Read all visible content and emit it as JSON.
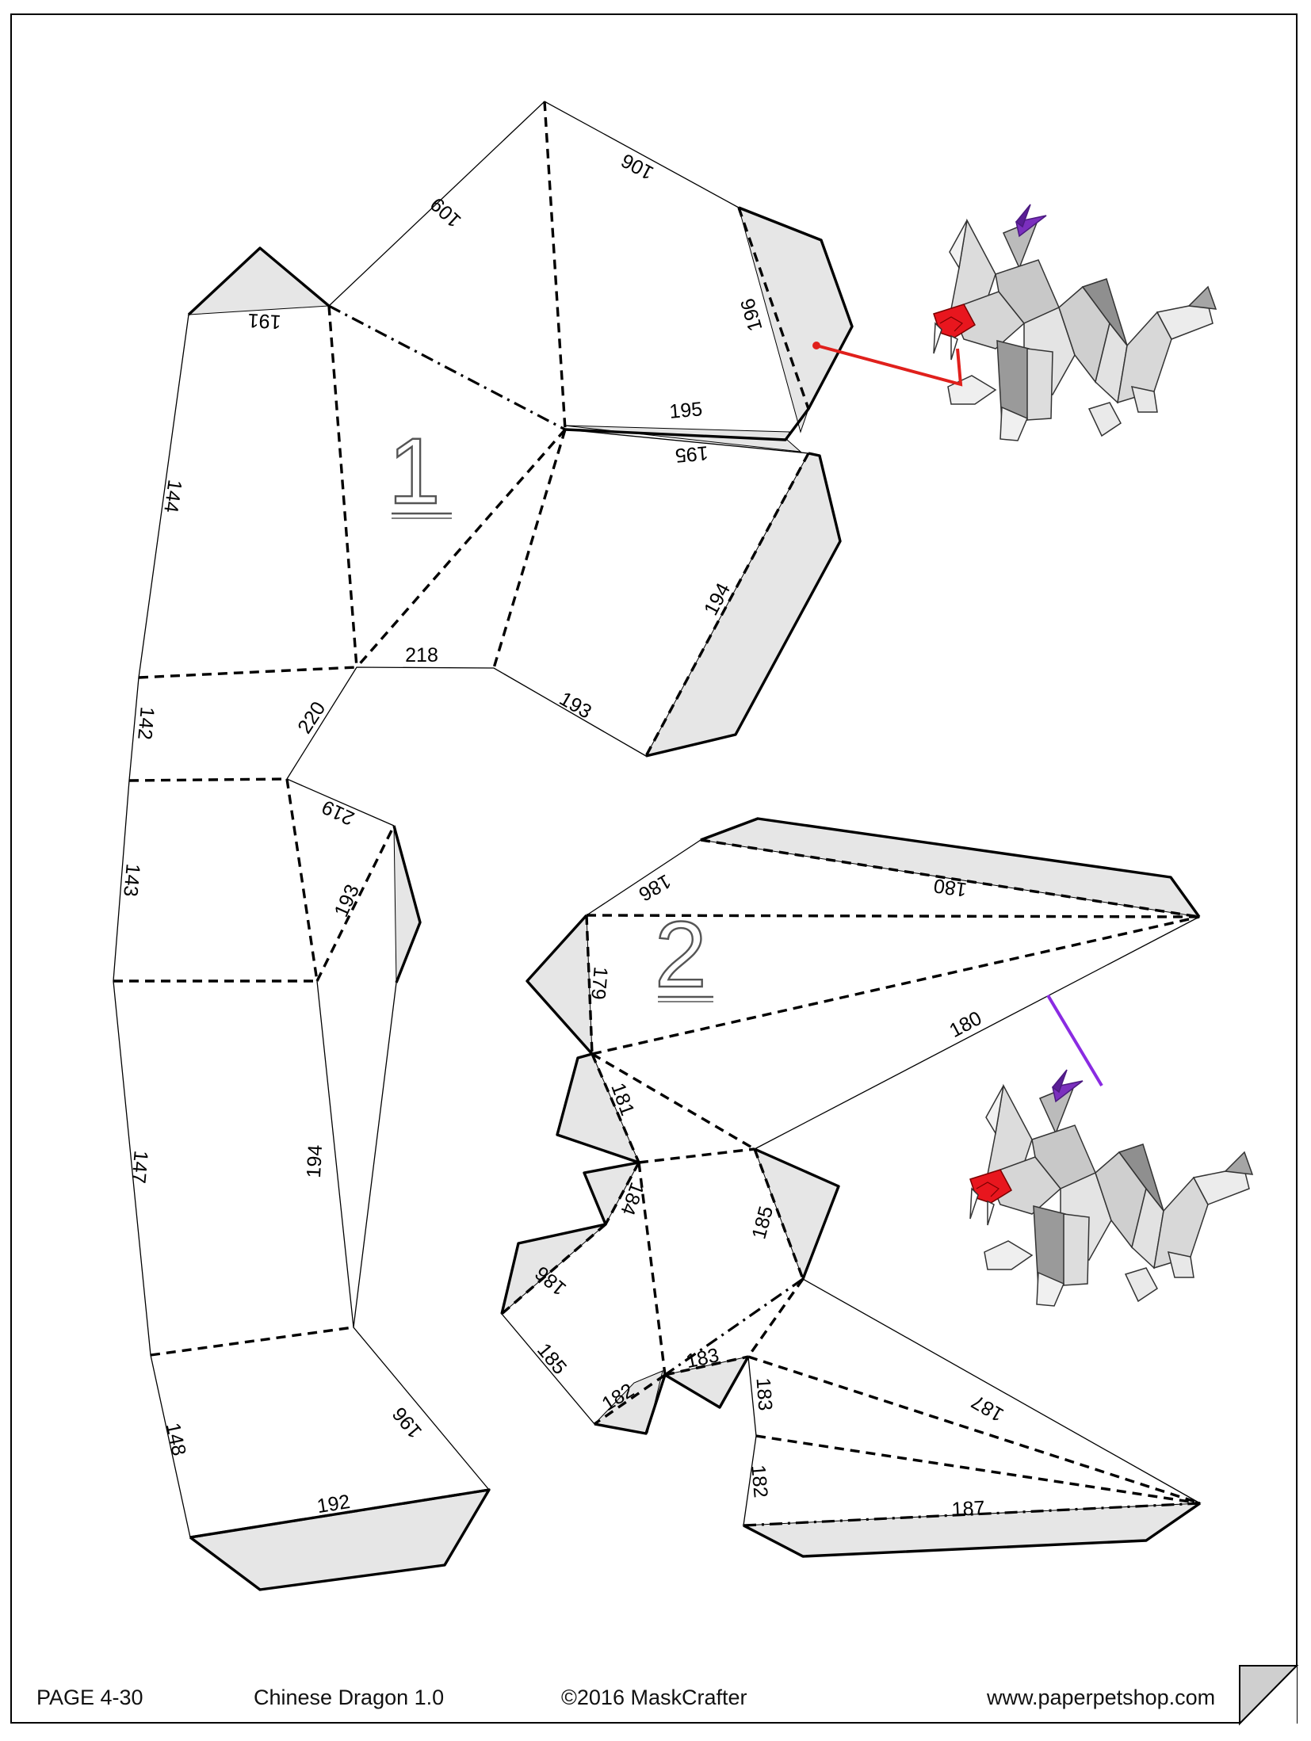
{
  "pieces": [
    {
      "label": "1",
      "edges": [
        "109",
        "106",
        "191",
        "196",
        "195",
        "195",
        "144",
        "194",
        "218",
        "142",
        "220",
        "193",
        "219",
        "143",
        "193",
        "147",
        "194",
        "196",
        "148",
        "192"
      ]
    },
    {
      "label": "2",
      "edges": [
        "186",
        "180",
        "179",
        "180",
        "181",
        "184",
        "185",
        "186",
        "185",
        "182",
        "183",
        "183",
        "187",
        "182",
        "187"
      ]
    }
  ],
  "footer": {
    "page": "PAGE 4-30",
    "title": "Chinese Dragon 1.0",
    "copyright": "©2016 MaskCrafter",
    "website": "www.paperpetshop.com"
  },
  "colors": {
    "tab_fill": "#e6e6e6",
    "arrow_red": "#e0201c",
    "arrow_purple": "#8a2be2",
    "mouth_red": "#e8161e"
  },
  "icons": {
    "preview": "dragon-model-icon",
    "page_corner": "folded-corner-icon"
  }
}
